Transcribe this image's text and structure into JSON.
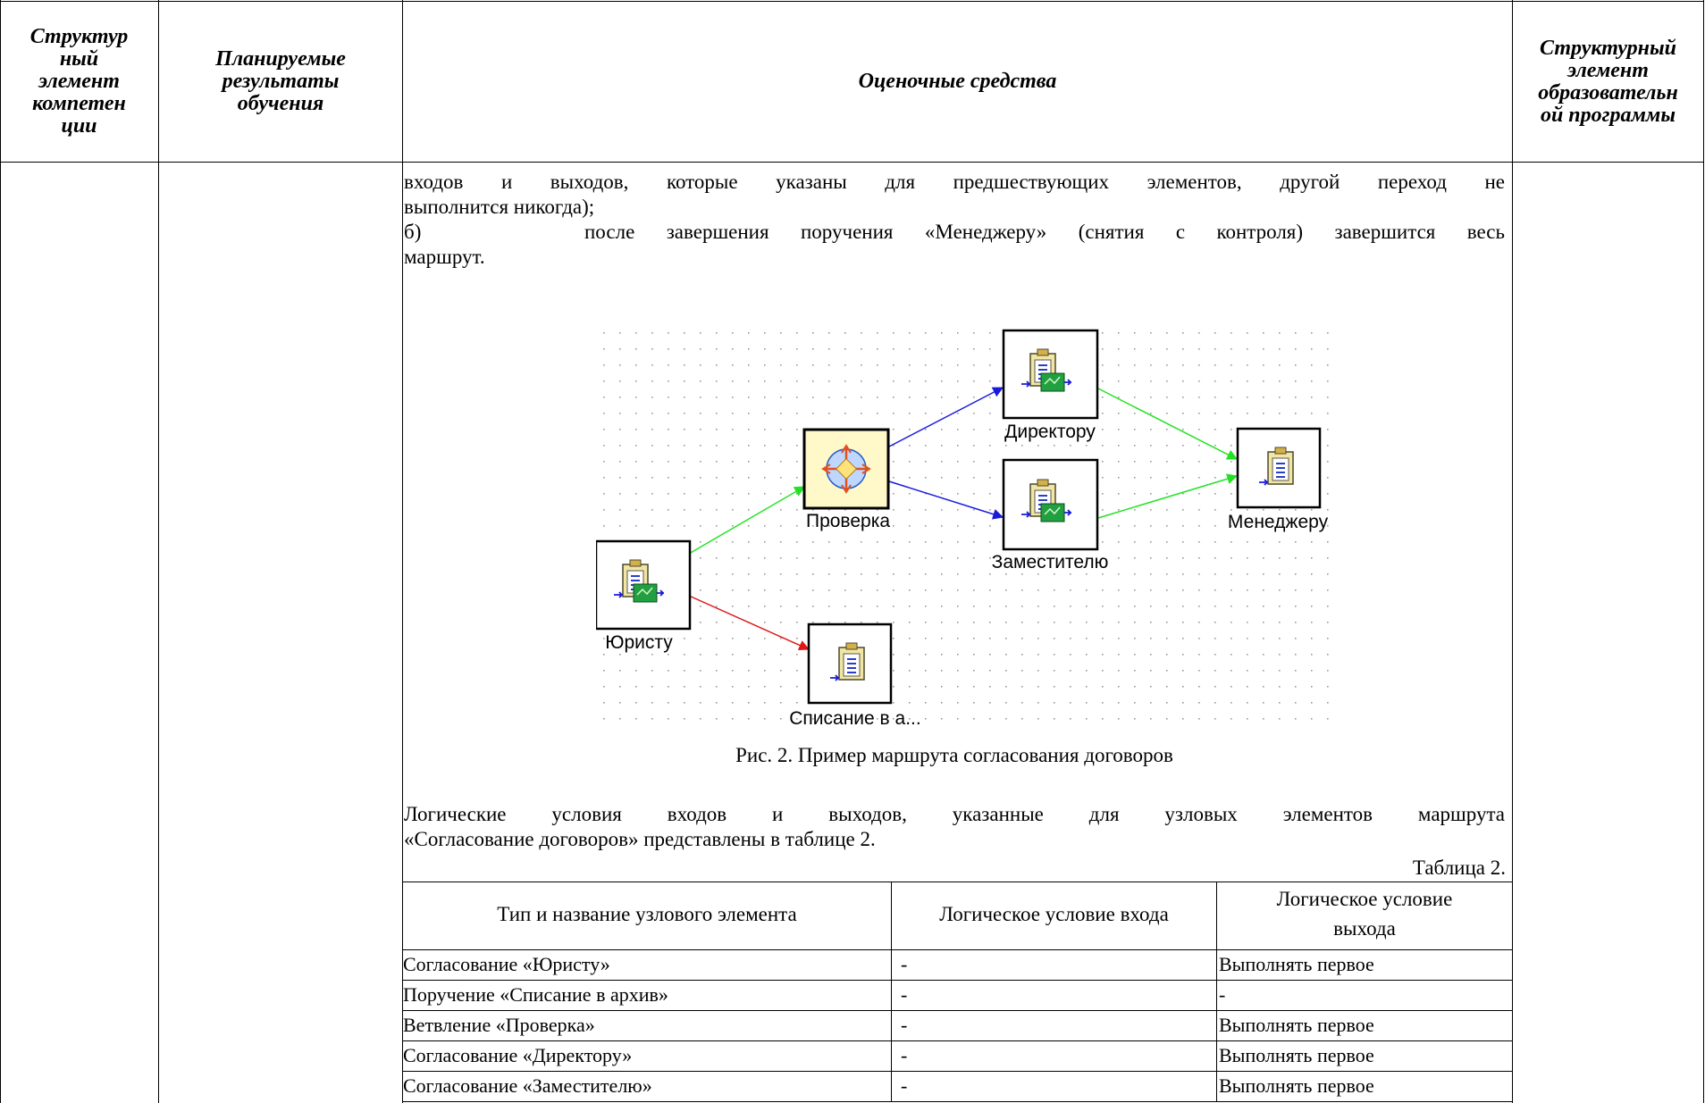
{
  "header": {
    "col1": [
      "Структур",
      "ный",
      "элемент",
      "компетен",
      "ции"
    ],
    "col2": [
      "Планируемые",
      "результаты",
      "обучения"
    ],
    "col3": "Оценочные средства",
    "col4": [
      "Структурный",
      "элемент",
      "образовательн",
      "ой программы"
    ]
  },
  "body": {
    "para1_line1": "входов и выходов, которые указаны для предшествующих элементов, другой переход не",
    "para1_line2": "выполнится никогда);",
    "para2_marker": "б)",
    "para2_line1": "после завершения поручения «Менеджеру» (снятия с контроля) завершится весь",
    "para2_line2": "маршрут.",
    "figure_caption": "Рис. 2. Пример маршрута согласования договоров",
    "para3_line1": "Логические условия входов и выходов, указанные для узловых элементов маршрута",
    "para3_line2": "«Согласование договоров» представлены в таблице 2.",
    "table_label": "Таблица 2."
  },
  "diagram": {
    "nodes": {
      "director": "Директору",
      "manager": "Менеджеру",
      "check": "Проверка",
      "deputy": "Заместителю",
      "lawyer": "Юристу",
      "archive": "Списание в а..."
    },
    "colors": {
      "green": "#22e322",
      "blue": "#1a1adb",
      "red": "#e01616",
      "dot": "#9a9a9a"
    }
  },
  "table": {
    "headers": [
      "Тип и название узлового элемента",
      "Логическое условие входа",
      "Логическое условие",
      "выхода"
    ],
    "rows": [
      [
        "Согласование «Юристу»",
        "-",
        "Выполнять первое"
      ],
      [
        "Поручение «Списание в архив»",
        "-",
        "-"
      ],
      [
        "Ветвление «Проверка»",
        "-",
        "Выполнять первое"
      ],
      [
        "Согласование «Директору»",
        "-",
        "Выполнять первое"
      ],
      [
        "Согласование «Заместителю»",
        "-",
        "Выполнять первое"
      ]
    ]
  }
}
